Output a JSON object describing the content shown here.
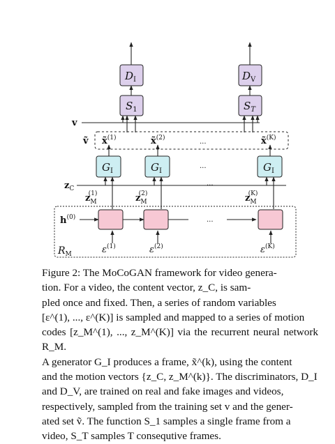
{
  "diagram": {
    "discriminators": {
      "image_label": "D",
      "image_sub": "I",
      "video_label": "D",
      "video_sub": "V"
    },
    "samplers": {
      "single_label": "S",
      "single_sub": "1",
      "multi_label": "S",
      "multi_sub": "T"
    },
    "v_label": "v",
    "v_tilde_label": "ṽ",
    "frames": [
      {
        "label": "x̃",
        "sup": "(1)"
      },
      {
        "label": "x̃",
        "sup": "(2)"
      },
      {
        "label": "x̃",
        "sup": "(K)"
      }
    ],
    "generator": {
      "label": "G",
      "sub": "I"
    },
    "content_vector": {
      "label": "z",
      "sub": "C"
    },
    "motion_codes": [
      {
        "label": "z",
        "sub": "M",
        "sup": "(1)"
      },
      {
        "label": "z",
        "sub": "M",
        "sup": "(2)"
      },
      {
        "label": "z",
        "sub": "M",
        "sup": "(K)"
      }
    ],
    "hidden_state": {
      "label": "h",
      "sup": "(0)"
    },
    "rnn": {
      "label": "R",
      "sub": "M"
    },
    "noise": [
      {
        "label": "ε",
        "sup": "(1)"
      },
      {
        "label": "ε",
        "sup": "(2)"
      },
      {
        "label": "ε",
        "sup": "(K)"
      }
    ],
    "ellipsis": "...",
    "colors": {
      "discriminator_fill": "#ddd0ec",
      "generator_fill": "#cdeef2",
      "rnn_fill": "#f7c8d4",
      "stroke": "#222222"
    }
  },
  "caption": {
    "lines": [
      "Figure 2: The MoCoGAN framework for video genera-",
      "tion. For a video, the content vector, z_C, is sam-",
      "pled once and fixed. Then, a series of random variables",
      "[ε^(1), ..., ε^(K)] is sampled and mapped to a series of motion",
      "codes [z_M^(1), ..., z_M^(K)] via the recurrent neural network R_M.",
      "A generator G_I produces a frame, x̃^(k), using the content",
      "and the motion vectors {z_C, z_M^(k)}. The discriminators, D_I",
      "and D_V, are trained on real and fake images and videos,",
      "respectively, sampled from the training set v and the gener-",
      "ated set ṽ. The function S_1 samples a single frame from a",
      "video, S_T samples T consequtive frames."
    ]
  }
}
